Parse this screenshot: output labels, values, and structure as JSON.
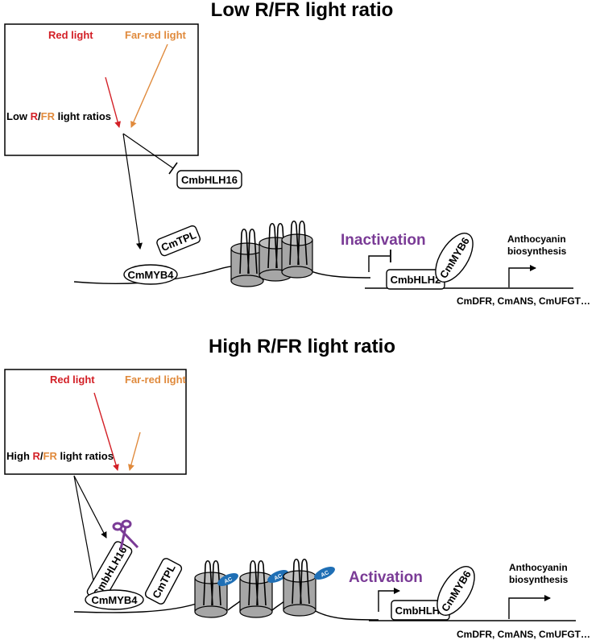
{
  "top": {
    "title": "Low R/FR light ratio",
    "red_light": "Red light",
    "far_red_light": "Far-red light",
    "ratio_prefix": "Low ",
    "ratio_r": "R",
    "ratio_slash": "/",
    "ratio_fr": "FR",
    "ratio_suffix": " light ratios",
    "bhlh16": "CmbHLH16",
    "tpl": "CmTPL",
    "myb4": "CmMYB4",
    "status": "Inactivation",
    "bhlh2": "CmbHLH2",
    "myb6": "CmMYB6",
    "anthocyanin_1": "Anthocyanin",
    "anthocyanin_2": "biosynthesis",
    "genes": "CmDFR, CmANS, CmUFGT…"
  },
  "bottom": {
    "title": "High R/FR light ratio",
    "red_light": "Red light",
    "far_red_light": "Far-red light",
    "ratio_prefix": "High ",
    "ratio_r": "R",
    "ratio_slash": "/",
    "ratio_fr": "FR",
    "ratio_suffix": " light ratios",
    "bhlh16": "CmbHLH16",
    "tpl": "CmTPL",
    "myb4": "CmMYB4",
    "ac_label": "AC",
    "status": "Activation",
    "bhlh2": "CmbHLH2",
    "myb6": "CmMYB6",
    "anthocyanin_1": "Anthocyanin",
    "anthocyanin_2": "biosynthesis",
    "genes": "CmDFR, CmANS, CmUFGT…"
  },
  "colors": {
    "red": "#d32027",
    "orange": "#e08a3c",
    "purple": "#7a3b96",
    "ac_blue": "#1f6fb5",
    "nucleosome": "#a6a6a6"
  }
}
